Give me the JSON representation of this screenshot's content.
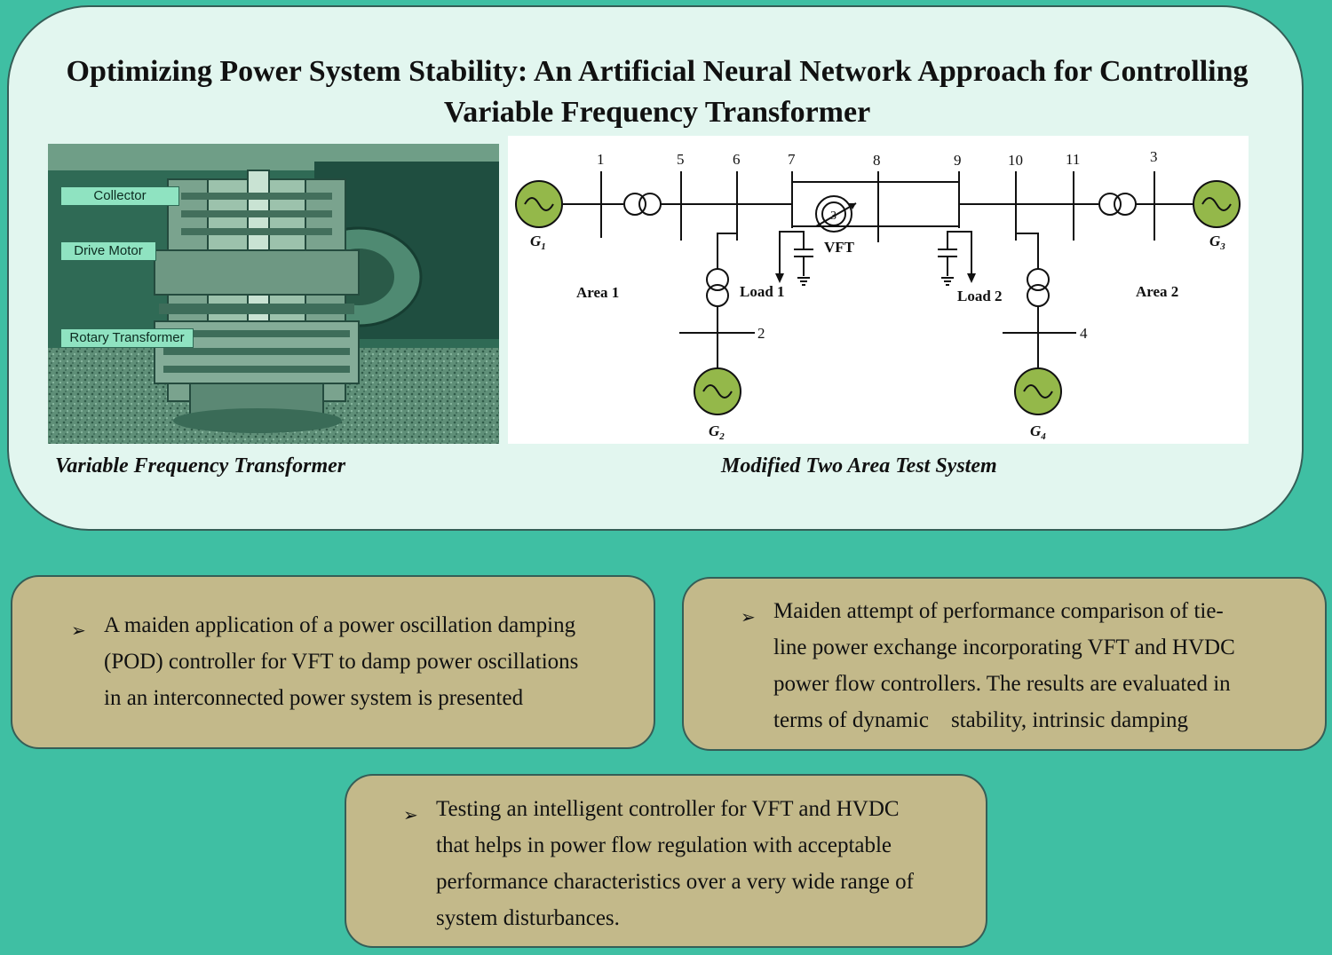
{
  "title": "Optimizing Power System Stability: An Artificial Neural Network Approach for Controlling Variable Frequency Transformer",
  "left_figure": {
    "labels": {
      "collector": "Collector",
      "drive_motor": "Drive Motor",
      "rotary_transformer": "Rotary Transformer"
    },
    "caption": "Variable Frequency Transformer"
  },
  "diagram": {
    "caption": "Modified Two Area Test System",
    "buses": {
      "b1": "1",
      "b2": "2",
      "b3": "3",
      "b4": "4",
      "b5": "5",
      "b6": "6",
      "b7": "7",
      "b8": "8",
      "b9": "9",
      "b10": "10",
      "b11": "11"
    },
    "generators": {
      "g1": "G",
      "g1_sub": "1",
      "g2": "G",
      "g2_sub": "2",
      "g3": "G",
      "g3_sub": "3",
      "g4": "G",
      "g4_sub": "4"
    },
    "area1": "Area 1",
    "area2": "Area 2",
    "load1": "Load 1",
    "load2": "Load 2",
    "vft": "VFT",
    "colors": {
      "generator_fill": "#94b84a",
      "line": "#111111"
    }
  },
  "boxes": [
    {
      "bullet": "➢",
      "lines": [
        "A maiden application of a power oscillation damping",
        "(POD) controller for VFT to damp power oscillations",
        "in an interconnected power system is presented"
      ]
    },
    {
      "bullet": "➢",
      "lines": [
        "Maiden attempt of performance comparison of tie-",
        "line power exchange incorporating VFT and HVDC",
        "power flow controllers. The results are evaluated in",
        "terms of dynamic    stability, intrinsic damping"
      ]
    },
    {
      "bullet": "➢",
      "lines": [
        "Testing an intelligent controller for VFT and HVDC",
        "that helps in power flow regulation with acceptable",
        "performance characteristics over a very wide range of",
        "system disturbances."
      ]
    }
  ]
}
